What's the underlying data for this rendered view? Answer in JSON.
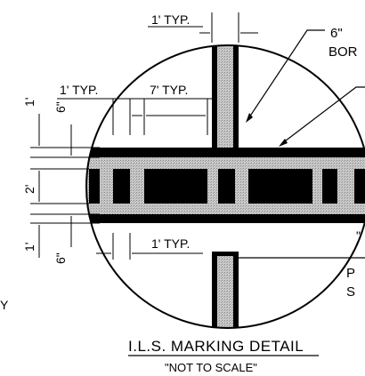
{
  "labels": {
    "typ_top": "1' TYP.",
    "typ_left": "1' TYP.",
    "typ_seven": "7' TYP.",
    "typ_lower": "1' TYP.",
    "dim_1ft_upper": "1'",
    "dim_6in_upper": "6\"",
    "dim_2ft": "2'",
    "dim_1ft_lower": "1'",
    "dim_6in_lower": "6\"",
    "callout_6in": "6\"",
    "callout_bor": "BOR",
    "callout_n": "\"",
    "callout_p": "P",
    "callout_s": "S",
    "left_edge_y": "Y"
  },
  "title": {
    "main": "I.L.S. MARKING DETAIL",
    "sub": "\"NOT TO SCALE\""
  }
}
